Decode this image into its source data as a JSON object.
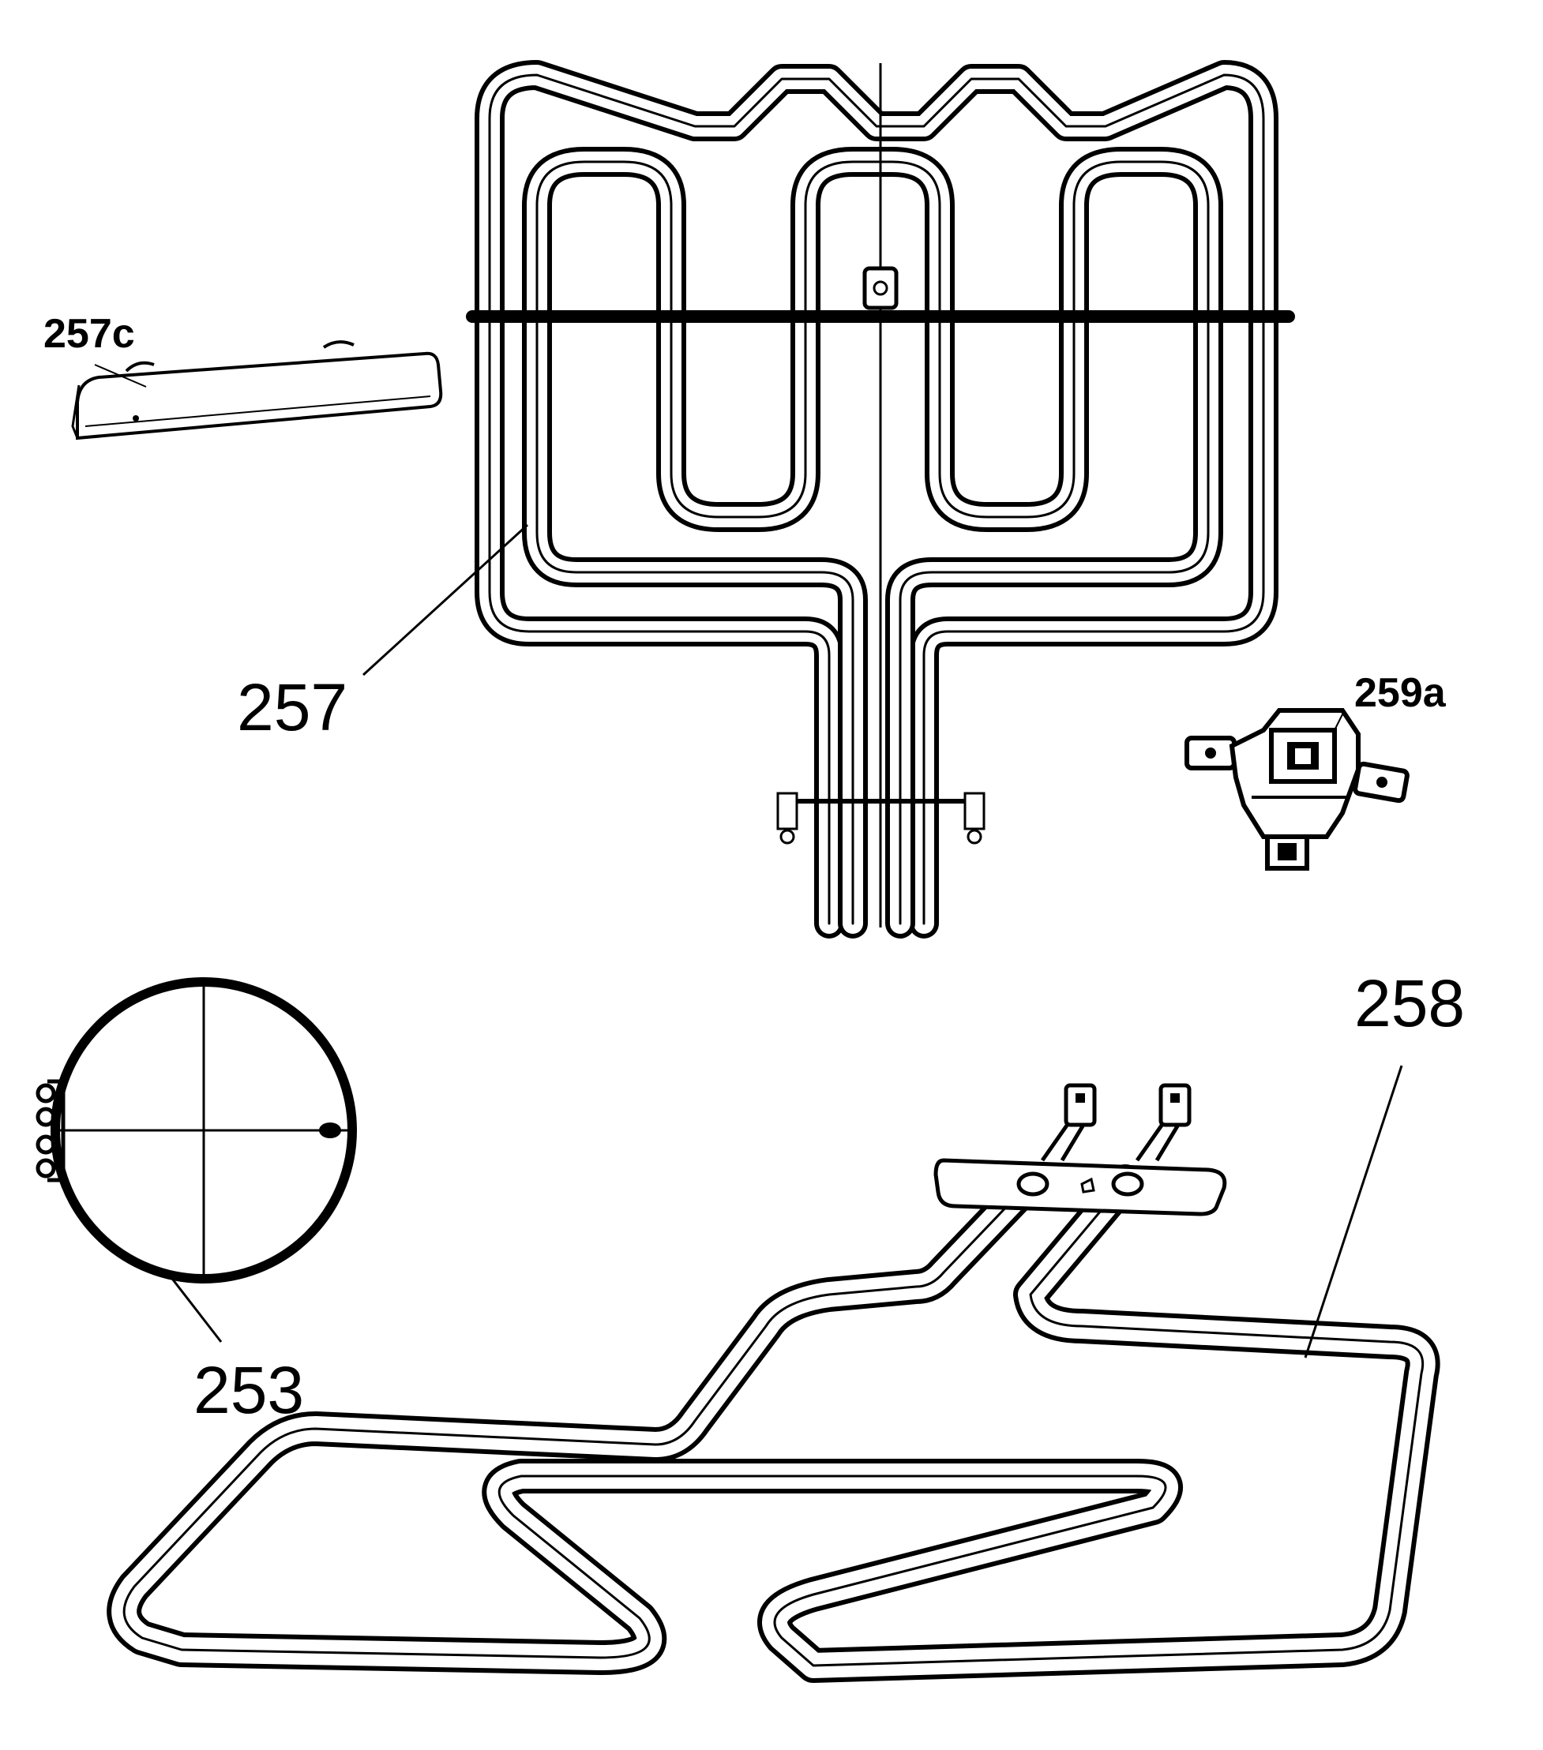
{
  "labels": {
    "p257c": "257c",
    "p257": "257",
    "p259a": "259a",
    "p258": "258",
    "p253": "253"
  }
}
